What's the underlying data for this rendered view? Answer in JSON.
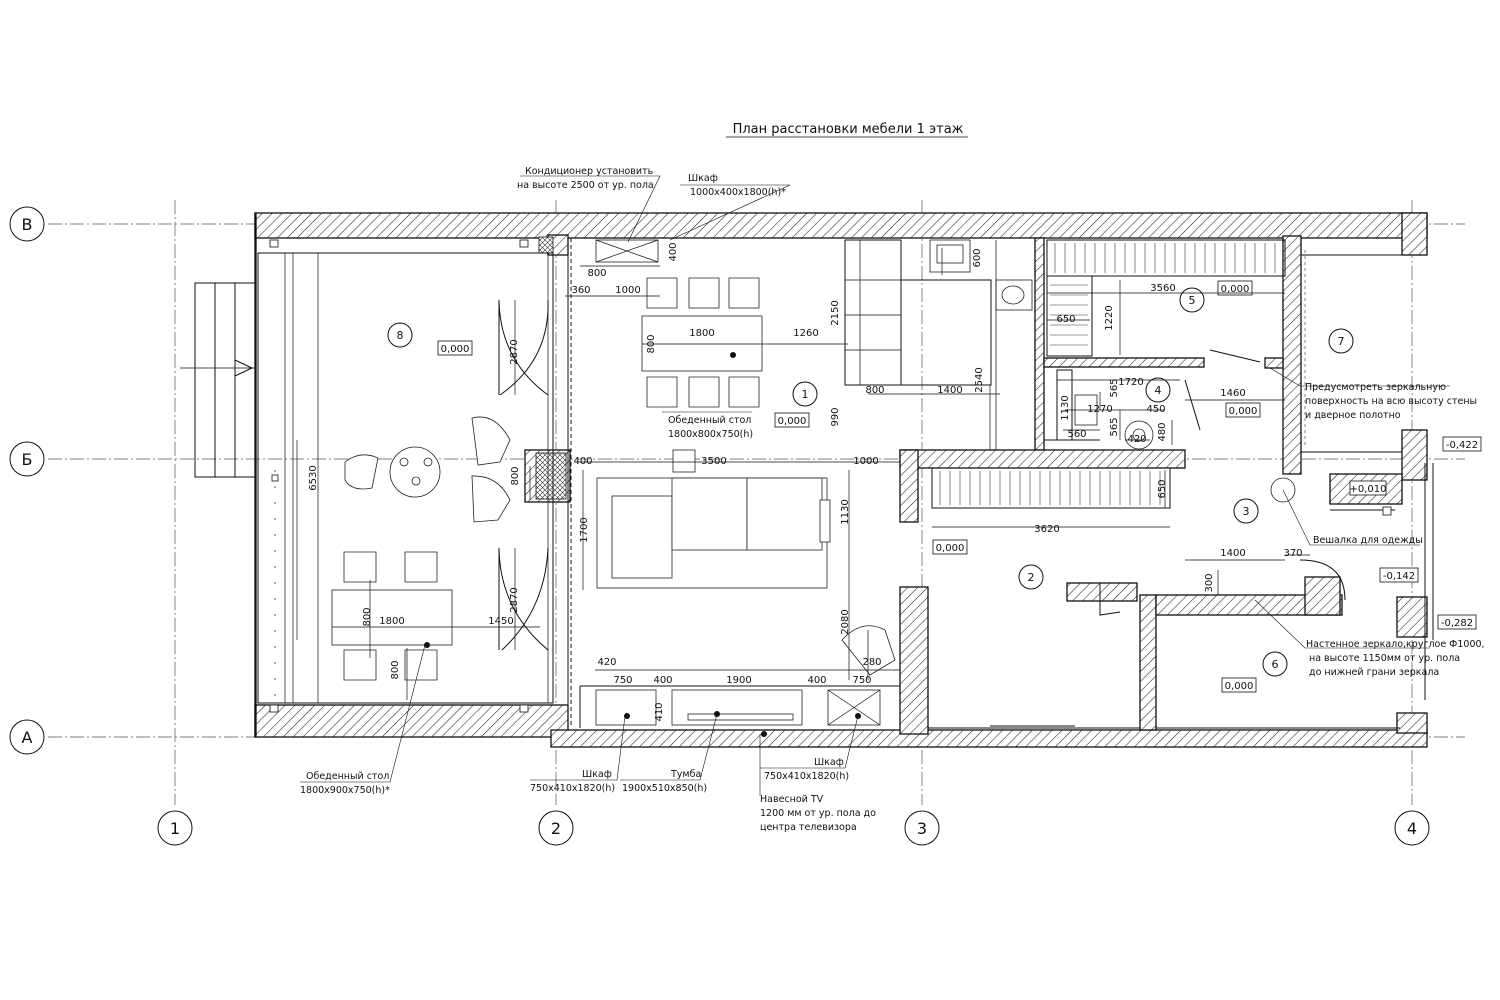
{
  "title": "План расстановки мебели 1 этаж",
  "axes": {
    "rows": [
      "В",
      "Б",
      "А"
    ],
    "cols": [
      "1",
      "2",
      "3",
      "4"
    ]
  },
  "rooms": [
    "1",
    "2",
    "3",
    "4",
    "5",
    "6",
    "7",
    "8"
  ],
  "levels": {
    "room8": "0,000",
    "room1": "0,000",
    "room2": "0,000",
    "room3": "0,000",
    "room5": "0,000",
    "room6": "0,000",
    "entry": "+0,010",
    "ext1": "-0,422",
    "ext2": "-0,142",
    "ext3": "-0,282"
  },
  "dims": {
    "d800a": "800",
    "d1000a": "1000",
    "d360": "360",
    "d400a": "400",
    "d1800a": "1800",
    "d800b": "800",
    "d1260": "1260",
    "d2150": "2150",
    "d600": "600",
    "d800c": "800",
    "d1400a": "1400",
    "d2540": "2540",
    "d990": "990",
    "d400b": "400",
    "d3500": "3500",
    "d1000b": "1000",
    "d800d": "800",
    "d1700": "1700",
    "d1130a": "1130",
    "d2080": "2080",
    "d280": "280",
    "d420a": "420",
    "d750a": "750",
    "d400c": "400",
    "d1900": "1900",
    "d400d": "400",
    "d750b": "750",
    "d410": "410",
    "d6530": "6530",
    "d2870a": "2870",
    "d2870b": "2870",
    "d800e": "800",
    "d1800b": "1800",
    "d800f": "800",
    "d1450": "1450",
    "d3560": "3560",
    "d650a": "650",
    "d1220": "1220",
    "d1720": "1720",
    "d565a": "565",
    "d1130b": "1130",
    "d1270": "1270",
    "d450": "450",
    "d560": "560",
    "d565b": "565",
    "d420b": "420",
    "d480": "480",
    "d1460": "1460",
    "d3620": "3620",
    "d650b": "650",
    "d1400b": "1400",
    "d370": "370",
    "d300": "300"
  },
  "notes": {
    "ac1": "Кондиционер установить",
    "ac2": "на высоте 2500 от ур. пола",
    "wardrobeTop1": "Шкаф",
    "wardrobeTop2": "1000x400x1800(h)*",
    "table1a": "Обеденный стол",
    "table1b": "1800x800x750(h)",
    "mirror1": "Предусмотреть зеркальную",
    "mirror2": "поверхность на всю высоту стены",
    "mirror3": "и дверное полотно",
    "hanger": "Вешалка для одежды",
    "wall1": "Настенное зеркало,круглое Ф1000,",
    "wall2": "на высоте 1150мм от ур. пола",
    "wall3": "до нижней грани зеркала",
    "table8a": "Обеденный стол",
    "table8b": "1800x900x750(h)*",
    "cab1a": "Шкаф",
    "cab1b": "750x410x1820(h)",
    "tumba1": "Тумба",
    "tumba2": "1900x510x850(h)",
    "tv1": "Навесной  TV",
    "tv2": "1200 мм от ур. пола до",
    "tv3": "центра телевизора",
    "cab2a": "Шкаф",
    "cab2b": "750x410x1820(h)"
  }
}
